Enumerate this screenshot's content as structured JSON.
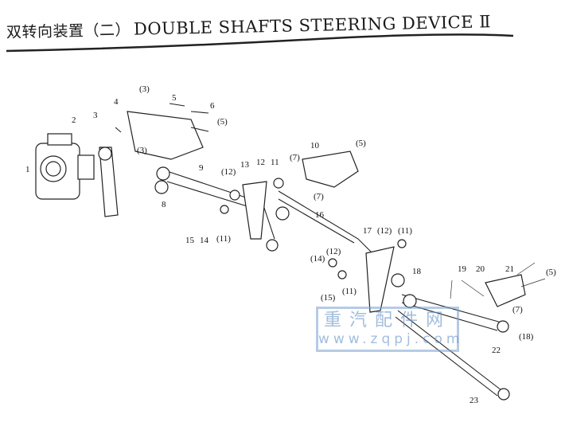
{
  "header": {
    "title_cn": "双转向装置（二）",
    "title_en": "DOUBLE SHAFTS STEERING DEVICE Ⅱ"
  },
  "callouts": [
    "1",
    "2",
    "3",
    "4",
    "(3)",
    "5",
    "6",
    "(5)",
    "(3)",
    "9",
    "(12)",
    "13",
    "12",
    "11",
    "(7)",
    "10",
    "(5)",
    "(7)",
    "8",
    "15",
    "14",
    "(11)",
    "16",
    "17",
    "(12)",
    "(11)",
    "(12)",
    "(14)",
    "(11)",
    "(15)",
    "18",
    "19",
    "20",
    "21",
    "(5)",
    "(7)",
    "(18)",
    "22",
    "23"
  ],
  "watermark": {
    "name": "重汽配件网",
    "url": "www.zqpj.com"
  }
}
